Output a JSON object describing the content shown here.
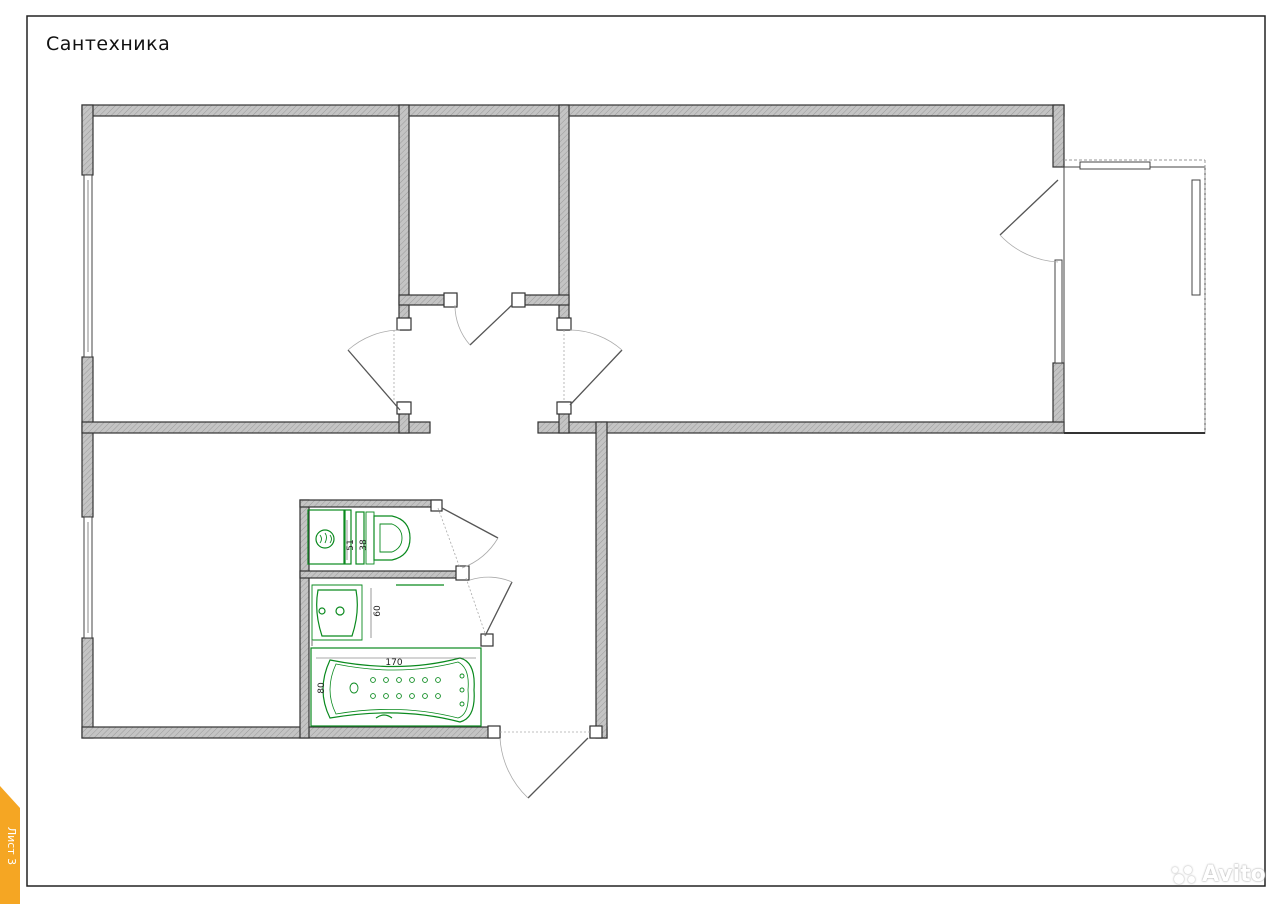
{
  "sheet": {
    "title": "Сантехника",
    "tab_label": "Лист 3",
    "tab_color": "#f5a623",
    "watermark": "Avito"
  },
  "colors": {
    "wall_fill": "#bdbdbd",
    "wall_stroke": "#333333",
    "fixture_stroke": "#0a8a1e",
    "door_stroke": "#777777"
  },
  "fixtures": [
    {
      "name": "washing-machine",
      "label": ""
    },
    {
      "name": "toilet",
      "label": ""
    },
    {
      "name": "sink",
      "label": ""
    },
    {
      "name": "bathtub",
      "label": ""
    }
  ],
  "dimensions": {
    "washer_depth": "51",
    "toilet_width": "38",
    "sink_length": "60",
    "bath_length": "170",
    "bath_width": "80"
  }
}
